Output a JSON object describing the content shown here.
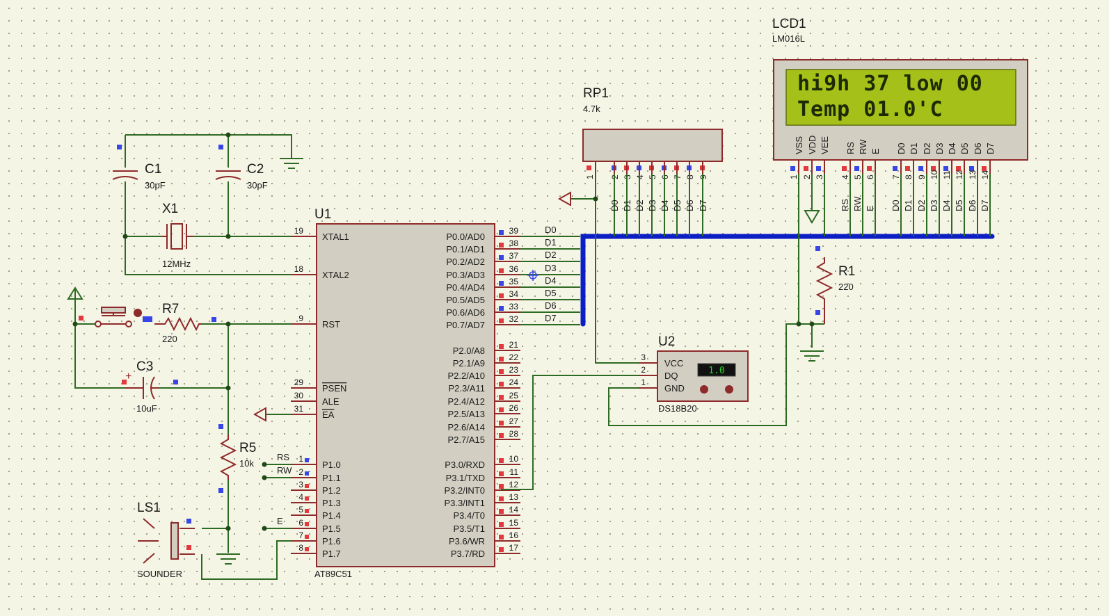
{
  "components": {
    "c1": {
      "ref": "C1",
      "value": "30pF"
    },
    "c2": {
      "ref": "C2",
      "value": "30pF"
    },
    "x1": {
      "ref": "X1",
      "value": "12MHz"
    },
    "u1": {
      "ref": "U1",
      "part": "AT89C51",
      "left_pins": [
        {
          "name": "XTAL1",
          "num": "19"
        },
        {
          "name": "XTAL2",
          "num": "18"
        },
        {
          "name": "RST",
          "num": "9"
        },
        {
          "name": "PSEN",
          "num": "29"
        },
        {
          "name": "ALE",
          "num": "30"
        },
        {
          "name": "EA",
          "num": "31"
        },
        {
          "name": "P1.0",
          "num": "1"
        },
        {
          "name": "P1.1",
          "num": "2"
        },
        {
          "name": "P1.2",
          "num": "3"
        },
        {
          "name": "P1.3",
          "num": "4"
        },
        {
          "name": "P1.4",
          "num": "5"
        },
        {
          "name": "P1.5",
          "num": "6"
        },
        {
          "name": "P1.6",
          "num": "7"
        },
        {
          "name": "P1.7",
          "num": "8"
        }
      ],
      "right_pins": [
        {
          "name": "P0.0/AD0",
          "num": "39"
        },
        {
          "name": "P0.1/AD1",
          "num": "38"
        },
        {
          "name": "P0.2/AD2",
          "num": "37"
        },
        {
          "name": "P0.3/AD3",
          "num": "36"
        },
        {
          "name": "P0.4/AD4",
          "num": "35"
        },
        {
          "name": "P0.5/AD5",
          "num": "34"
        },
        {
          "name": "P0.6/AD6",
          "num": "33"
        },
        {
          "name": "P0.7/AD7",
          "num": "32"
        },
        {
          "name": "P2.0/A8",
          "num": "21"
        },
        {
          "name": "P2.1/A9",
          "num": "22"
        },
        {
          "name": "P2.2/A10",
          "num": "23"
        },
        {
          "name": "P2.3/A11",
          "num": "24"
        },
        {
          "name": "P2.4/A12",
          "num": "25"
        },
        {
          "name": "P2.5/A13",
          "num": "26"
        },
        {
          "name": "P2.6/A14",
          "num": "27"
        },
        {
          "name": "P2.7/A15",
          "num": "28"
        },
        {
          "name": "P3.0/RXD",
          "num": "10"
        },
        {
          "name": "P3.1/TXD",
          "num": "11"
        },
        {
          "name": "P3.2/INT0",
          "num": "12"
        },
        {
          "name": "P3.3/INT1",
          "num": "13"
        },
        {
          "name": "P3.4/T0",
          "num": "14"
        },
        {
          "name": "P3.5/T1",
          "num": "15"
        },
        {
          "name": "P3.6/WR",
          "num": "16"
        },
        {
          "name": "P3.7/RD",
          "num": "17"
        }
      ]
    },
    "r7": {
      "ref": "R7",
      "value": "220"
    },
    "c3": {
      "ref": "C3",
      "value": "10uF"
    },
    "r5": {
      "ref": "R5",
      "value": "10k"
    },
    "ls1": {
      "ref": "LS1",
      "value": "SOUNDER"
    },
    "rp1": {
      "ref": "RP1",
      "value": "4.7k",
      "pin_nums": [
        "1",
        "2",
        "3",
        "4",
        "5",
        "6",
        "7",
        "8",
        "9"
      ],
      "nets": [
        "D0",
        "D1",
        "D2",
        "D3",
        "D4",
        "D5",
        "D6",
        "D7"
      ]
    },
    "lcd1": {
      "ref": "LCD1",
      "part": "LM016L",
      "line1": "hi9h 37 low 00",
      "line2": "Temp 01.0'C",
      "pin_labels": [
        "VSS",
        "VDD",
        "VEE",
        "RS",
        "RW",
        "E",
        "D0",
        "D1",
        "D2",
        "D3",
        "D4",
        "D5",
        "D6",
        "D7"
      ],
      "pin_nums": [
        "1",
        "2",
        "3",
        "4",
        "5",
        "6",
        "7",
        "8",
        "9",
        "10",
        "11",
        "12",
        "13",
        "14"
      ],
      "nets": [
        "RS",
        "RW",
        "E",
        "D0",
        "D1",
        "D2",
        "D3",
        "D4",
        "D5",
        "D6",
        "D7"
      ]
    },
    "r1": {
      "ref": "R1",
      "value": "220"
    },
    "u2": {
      "ref": "U2",
      "part": "DS18B20",
      "reading": "1.0",
      "pins": [
        {
          "name": "VCC",
          "num": "3"
        },
        {
          "name": "DQ",
          "num": "2"
        },
        {
          "name": "GND",
          "num": "1"
        }
      ]
    }
  },
  "nets": {
    "p0": [
      "D0",
      "D1",
      "D2",
      "D3",
      "D4",
      "D5",
      "D6",
      "D7"
    ],
    "p1": [
      "RS",
      "RW",
      "E"
    ]
  }
}
